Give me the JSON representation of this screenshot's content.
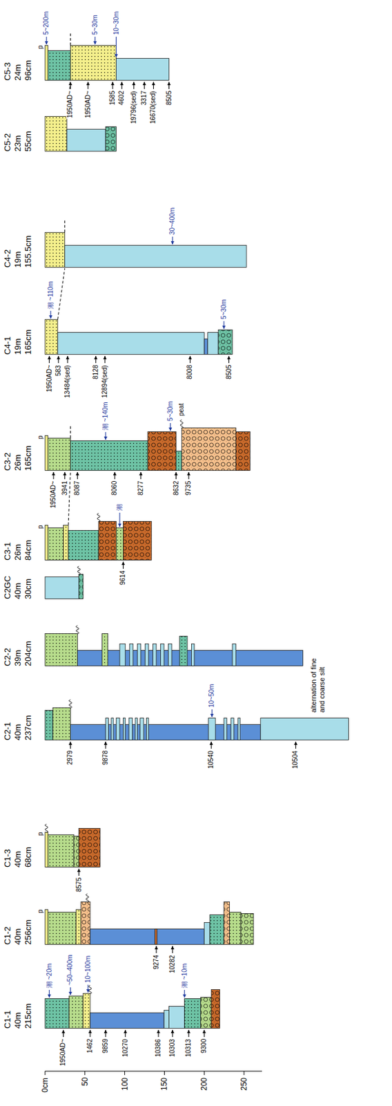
{
  "diagram": {
    "nodes": [
      {
        "text": [
          "C1-1 40m 215cm"
        ]
      },
      {
        "text": [
          "C1-2 40m 256cm"
        ]
      },
      {
        "text": [
          "C1-3 40m 68cm"
        ]
      },
      {
        "text": [
          "C2-1 40m 237cm"
        ]
      },
      {
        "text": [
          "C2-2 39m 204cm"
        ]
      },
      {
        "text": [
          "C2GC 40m 30cm"
        ]
      },
      {
        "text": [
          "C3-1 26m 84cm"
        ]
      },
      {
        "text": [
          "C3-2 26m 165cm"
        ]
      },
      {
        "text": [
          "C4-1 19m 165cm"
        ]
      },
      {
        "text": [
          "C4-2 19m 155.5cm"
        ]
      },
      {
        "text": [
          "C5-2 23m 55cm"
        ]
      },
      {
        "text": [
          "C5-3 24m 96cm"
        ]
      }
    ],
    "labels": [
      "0cm",
      "50",
      "100",
      "150",
      "200",
      "250",
      "1950AD~",
      "1462",
      "9859",
      "10270",
      "10386",
      "10303",
      "10313",
      "9300",
      "潮 ~20m",
      "~50–400m",
      "10~100m",
      "潮 ~10m",
      "p",
      "9274",
      "10282",
      "p",
      "8575",
      "2979",
      "9878",
      "10540",
      "10504",
      "10~50m",
      "alternation of fine and coarse silt",
      "p",
      "9614",
      "潮",
      "p",
      "1950AD~",
      "3941",
      "8087",
      "8060",
      "8277",
      "8632",
      "9735",
      "潮 ~140m",
      "5~30m",
      "peat",
      "1950AD~",
      "583",
      "13484(sed)",
      "8128",
      "12894(sed)",
      "8008",
      "8505",
      "潮 ~110m",
      "5~30m",
      "30~400m",
      "p",
      "1950AD~",
      "1950AD~",
      "1585",
      "4602",
      "19796(sed)",
      "3317",
      "16670(sed)",
      "8505",
      "5~200m",
      "5~30m",
      "10~30m"
    ]
  }
}
